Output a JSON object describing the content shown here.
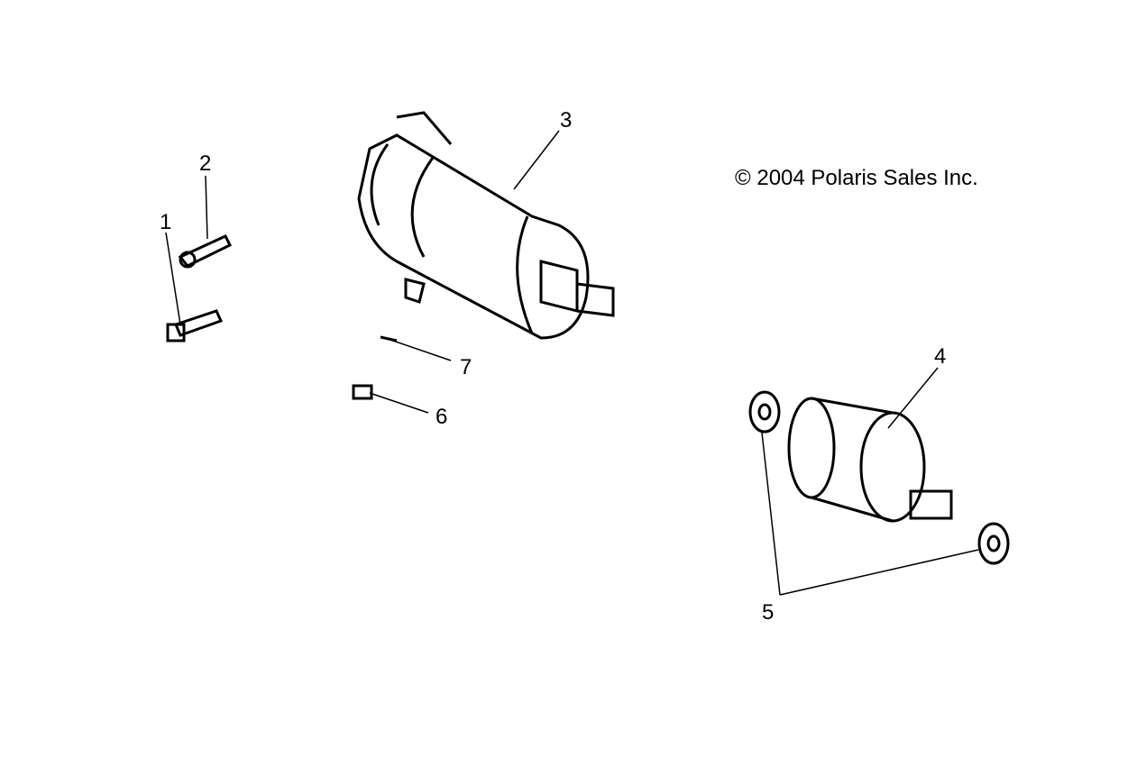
{
  "copyright": "© 2004 Polaris Sales Inc.",
  "callouts": [
    "1",
    "2",
    "3",
    "4",
    "5",
    "6",
    "7"
  ]
}
